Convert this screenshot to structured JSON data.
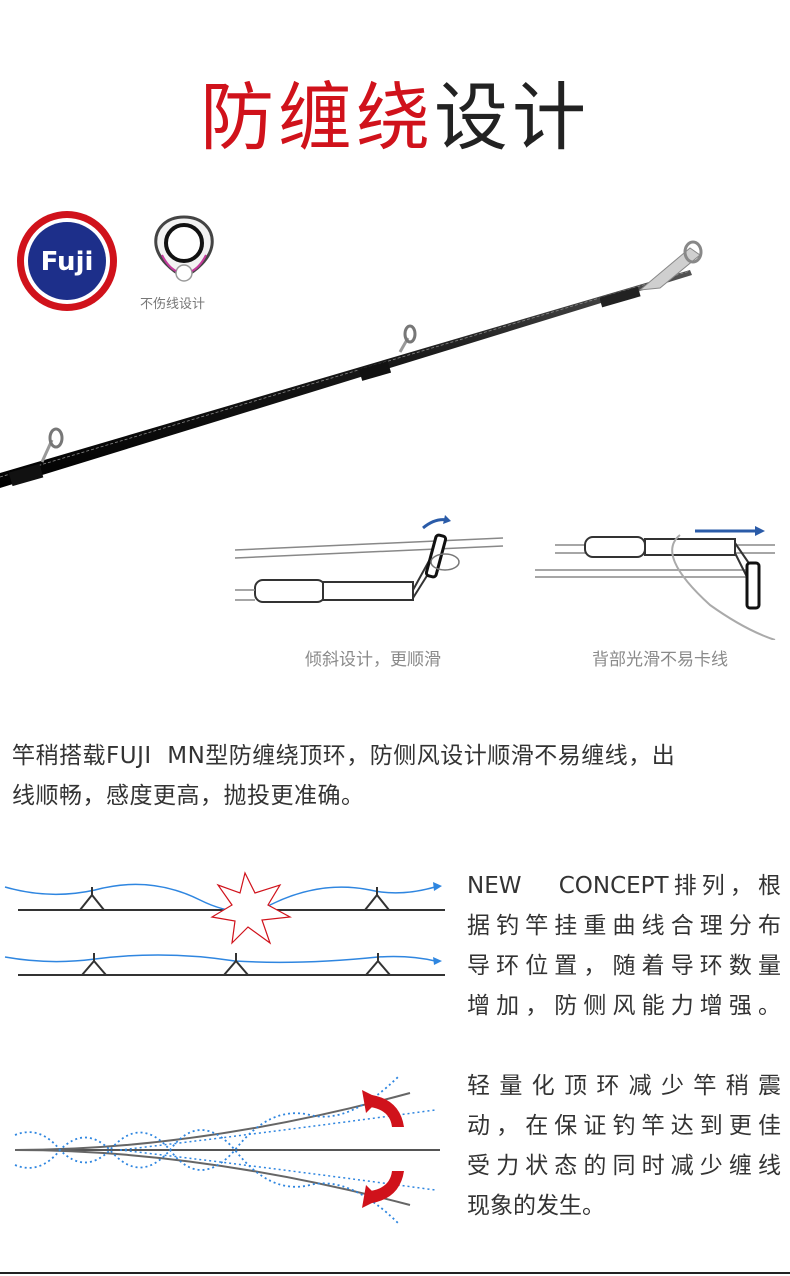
{
  "header": {
    "title_red": "防缠绕",
    "title_dark": "设计"
  },
  "badges": {
    "fuji_logo": "Fuji",
    "guide_caption": "不伤线设计"
  },
  "diagrams": {
    "tilt_caption": "倾斜设计，更顺滑",
    "back_caption": "背部光滑不易卡线"
  },
  "sections": {
    "tip_desc_line1": "竿稍搭载FUJI  MN型防缠绕顶环，防侧风设计顺滑不易缠线，出",
    "tip_desc_line2": "线顺畅，感度更高，抛投更准确。",
    "concept_lines": [
      "NEW   CONCEPT排列，根",
      "据钓竿挂重曲线合理分布",
      "导环位置，随着导环数量",
      "增加，防侧风能力增强。"
    ],
    "light_lines": [
      "轻量化顶环减少竿稍震",
      "动，在保证钓竿达到更佳",
      "受力状态的同时减少缠线",
      "现象的发生。"
    ]
  },
  "colors": {
    "accent_red": "#d0121b",
    "fuji_blue": "#1d2f8a",
    "wave_blue": "#2f86e0"
  }
}
